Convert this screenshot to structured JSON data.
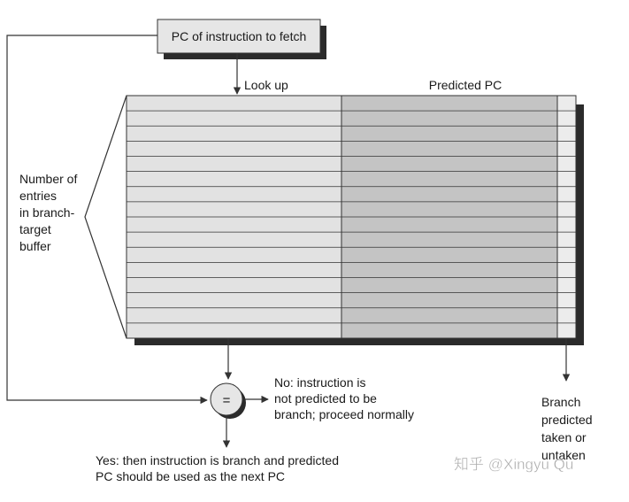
{
  "fetch_box_label": "PC of instruction to fetch",
  "lookup_label": "Look up",
  "predicted_pc_label": "Predicted PC",
  "entries_label": [
    "Number of",
    "entries",
    "in branch-",
    "target",
    "buffer"
  ],
  "compare_symbol": "=",
  "no_label": [
    "No:  instruction is",
    "not predicted to be",
    "branch; proceed normally"
  ],
  "yes_label": [
    "Yes:  then instruction is branch and predicted",
    "PC should be used as the next PC"
  ],
  "branch_label": [
    "Branch",
    "predicted",
    "taken or",
    "untaken"
  ],
  "watermark": "知乎 @Xingyu Qu",
  "colors": {
    "lookup_column": "#e2e2e2",
    "predicted_column": "#c4c4c4",
    "status_column": "#ececec",
    "box_fill": "#e6e6e6",
    "shadow": "#2b2b2b",
    "line": "#333333"
  }
}
